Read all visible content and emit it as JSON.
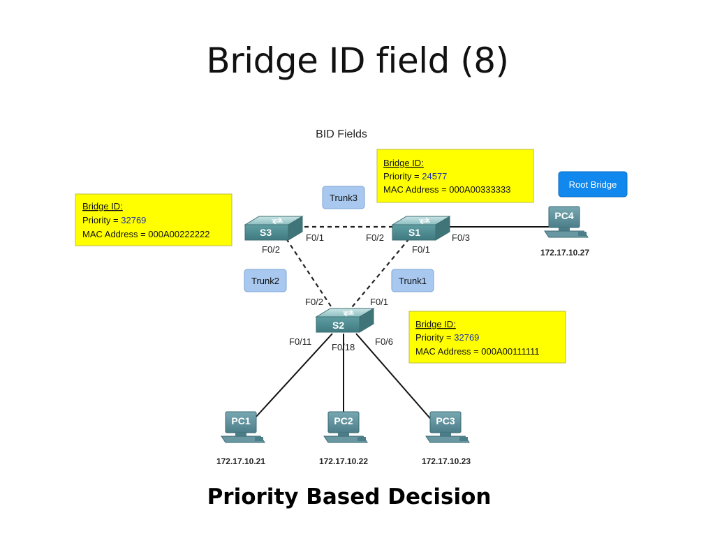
{
  "title": "Bridge ID field (8)",
  "caption": "Priority Based Decision",
  "diagram": {
    "heading": "BID Fields",
    "colors": {
      "note": "#ffff00",
      "trunk_badge": "#a8c8f0",
      "root_badge": "#1188ee",
      "priority_value": "#2233aa",
      "switch": "#5a9aa0",
      "pc": "#5a8a94"
    },
    "info_boxes": [
      {
        "id": "s3",
        "label": "Bridge ID:",
        "priority_prefix": "Priority = ",
        "priority": "32769",
        "mac": "MAC Address = 000A00222222"
      },
      {
        "id": "s1",
        "label": "Bridge ID:",
        "priority_prefix": "Priority = ",
        "priority": "24577",
        "mac": "MAC Address = 000A00333333"
      },
      {
        "id": "s2",
        "label": "Bridge ID:",
        "priority_prefix": "Priority = ",
        "priority": "32769",
        "mac": "MAC Address = 000A00111111"
      }
    ],
    "root_bridge": "Root Bridge",
    "trunks": [
      "Trunk1",
      "Trunk2",
      "Trunk3"
    ],
    "switches": [
      {
        "id": "S1",
        "icon": "switch-icon"
      },
      {
        "id": "S2",
        "icon": "switch-icon"
      },
      {
        "id": "S3",
        "icon": "switch-icon"
      }
    ],
    "pcs": [
      {
        "id": "PC1",
        "ip": "172.17.10.21",
        "icon": "pc-icon"
      },
      {
        "id": "PC2",
        "ip": "172.17.10.22",
        "icon": "pc-icon"
      },
      {
        "id": "PC3",
        "ip": "172.17.10.23",
        "icon": "pc-icon"
      },
      {
        "id": "PC4",
        "ip": "172.17.10.27",
        "icon": "pc-icon"
      }
    ],
    "ports": {
      "s3_f01": "F0/1",
      "s3_f02": "F0/2",
      "s1_f02": "F0/2",
      "s1_f01": "F0/1",
      "s1_f03": "F0/3",
      "s2_f02": "F0/2",
      "s2_f01": "F0/1",
      "s2_f011": "F0/11",
      "s2_f018": "F0/18",
      "s2_f06": "F0/6"
    }
  }
}
